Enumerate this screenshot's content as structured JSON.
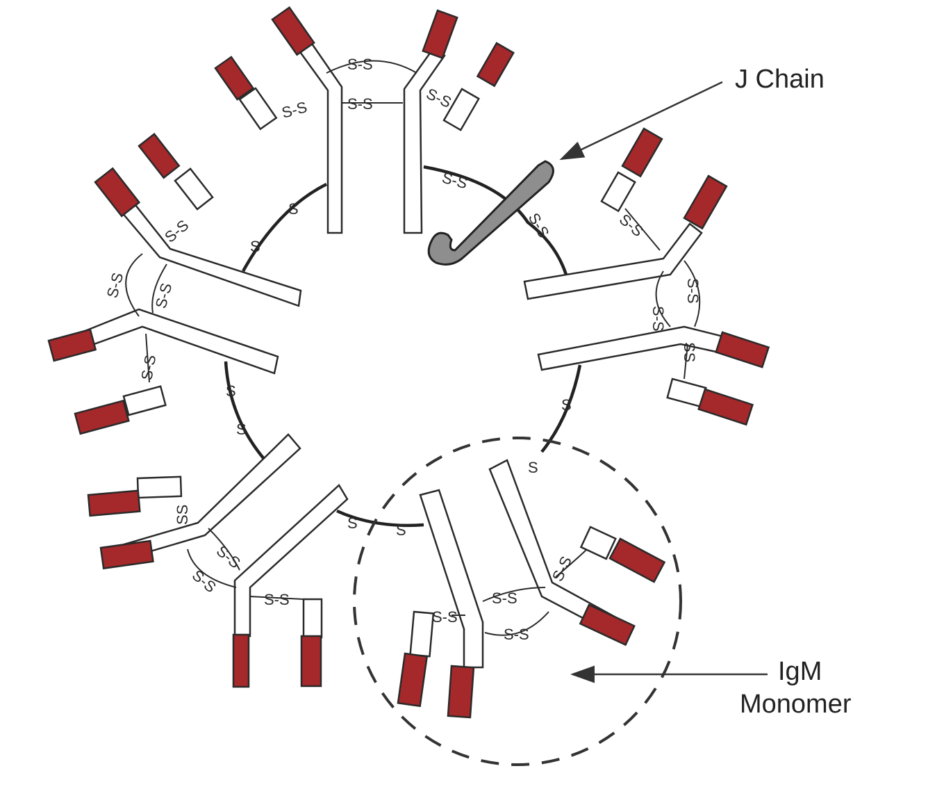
{
  "labels": {
    "j_chain": "J Chain",
    "igm_line1": "IgM",
    "igm_line2": "Monomer"
  },
  "colors": {
    "variable_region": "#a5282b",
    "constant_region": "#ffffff",
    "j_chain": "#8e8e8e",
    "outline": "#2a2a2a"
  },
  "bond_text": {
    "ss": "S-S",
    "s": "S",
    "ss_vertical": "SS"
  }
}
